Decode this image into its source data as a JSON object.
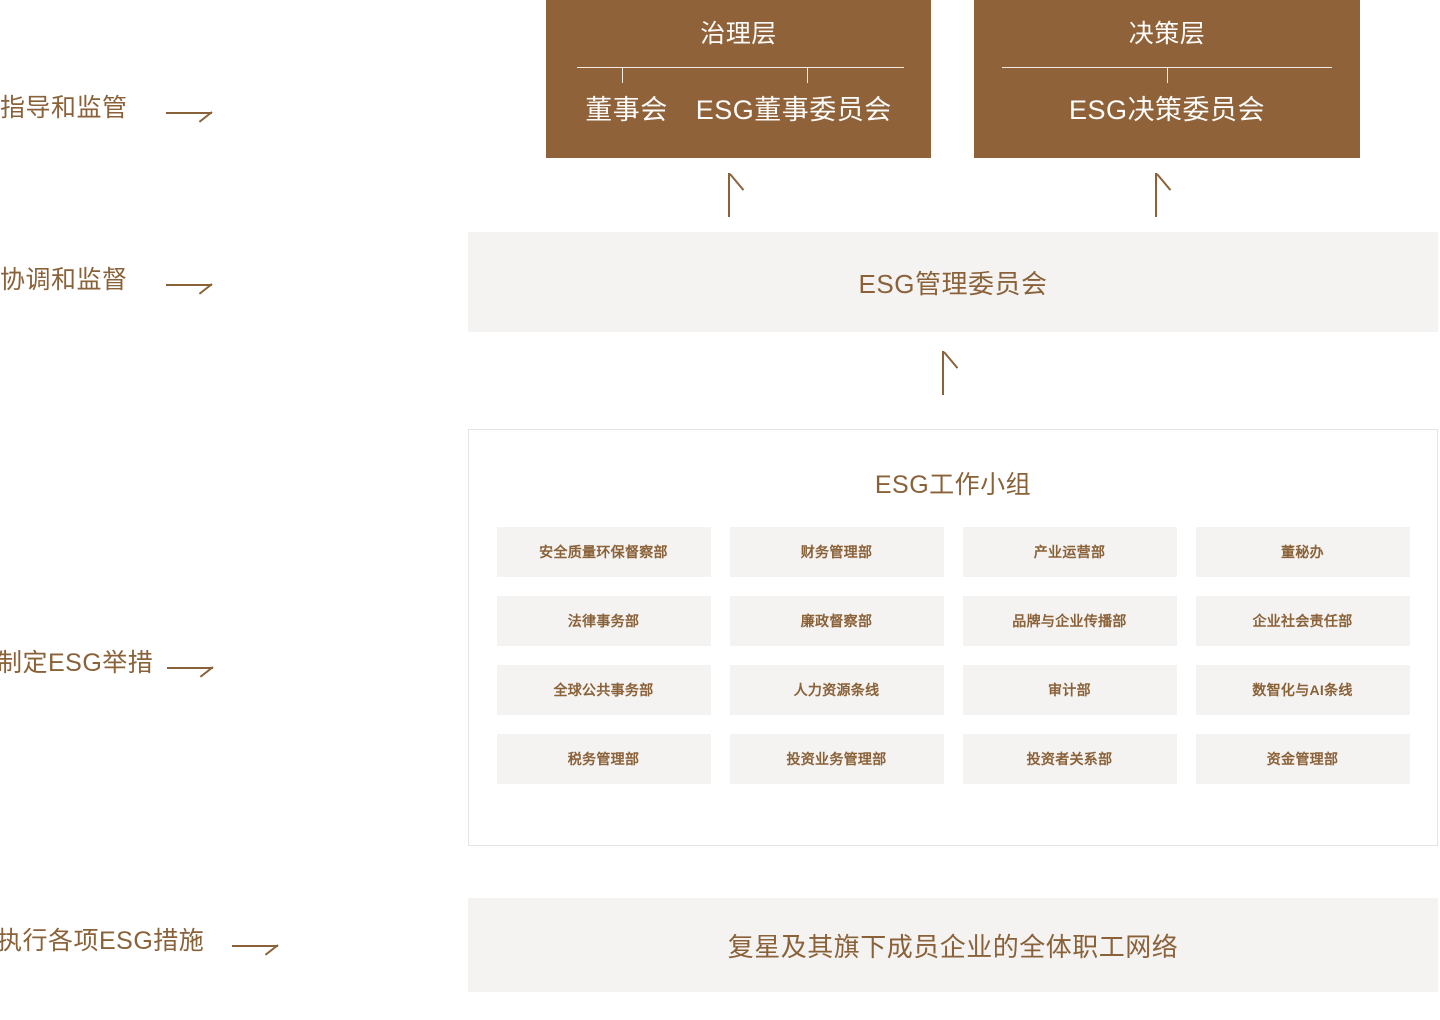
{
  "stages": [
    {
      "id": "guide",
      "text": "指导和监管",
      "arrow_icon": "arrow-right-half"
    },
    {
      "id": "coord",
      "text": "协调和监督",
      "arrow_icon": "arrow-right-half"
    },
    {
      "id": "measure",
      "text": "制定ESG举措",
      "arrow_icon": "arrow-right-half"
    },
    {
      "id": "execute",
      "text": "执行各项ESG措施",
      "arrow_icon": "arrow-right-half"
    }
  ],
  "governance_box": {
    "title": "治理层",
    "items": [
      "董事会",
      "ESG董事委员会"
    ]
  },
  "decision_box": {
    "title": "决策层",
    "items": [
      "ESG决策委员会"
    ]
  },
  "management_bar": {
    "text": "ESG管理委员会"
  },
  "workgroup_panel": {
    "title": "ESG工作小组",
    "departments": [
      "安全质量环保督察部",
      "财务管理部",
      "产业运营部",
      "董秘办",
      "法律事务部",
      "廉政督察部",
      "品牌与企业传播部",
      "企业社会责任部",
      "全球公共事务部",
      "人力资源条线",
      "审计部",
      "数智化与AI条线",
      "税务管理部",
      "投资业务管理部",
      "投资者关系部",
      "资金管理部"
    ]
  },
  "workforce_bar": {
    "text": "复星及其旗下成员企业的全体职工网络"
  },
  "connectors": [
    {
      "id": "governance-connector",
      "icon": "arrow-up-half"
    },
    {
      "id": "decision-connector",
      "icon": "arrow-up-half"
    },
    {
      "id": "committee-connector",
      "icon": "arrow-up-half"
    }
  ],
  "colors": {
    "brown": "#8f6239",
    "text_brown": "#8a6239",
    "box_text": "#fdfcfa",
    "bar_gray": "#f4f3f1",
    "panel_border": "#e6e4e1",
    "page_background": "#ffffff"
  }
}
